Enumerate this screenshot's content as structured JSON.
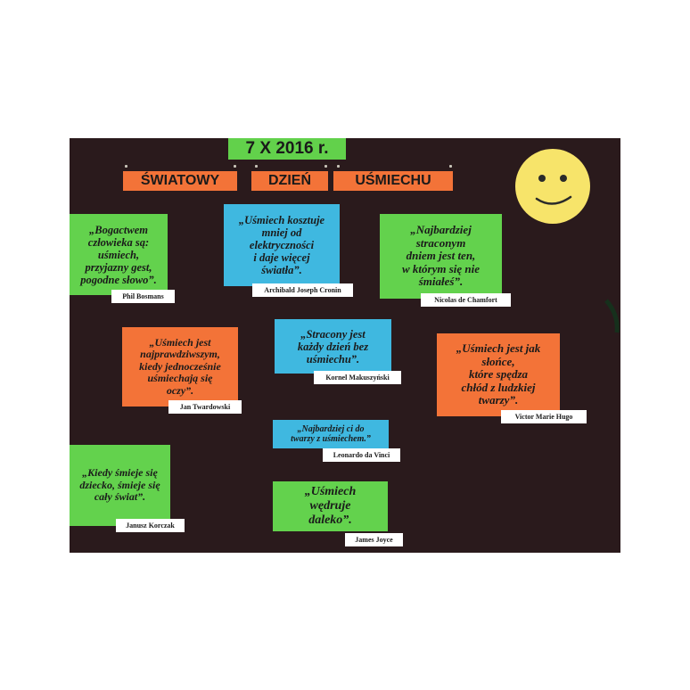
{
  "header": {
    "date": "7 X 2016 r.",
    "words": [
      "ŚWIATOWY",
      "DZIEŃ",
      "UŚMIECHU"
    ]
  },
  "colors": {
    "board": "#2a1a1c",
    "green": "#63d24d",
    "blue": "#3fb8e0",
    "orange": "#f37338",
    "smiley": "#f7e46a"
  },
  "smiley_icon": "smiley-face-icon",
  "quotes": [
    {
      "text": "„Bogactwem\nczłowieka są:\nuśmiech,\nprzyjazny gest,\npogodne słowo”.",
      "author": "Phil Bosmans"
    },
    {
      "text": "„Uśmiech kosztuje\nmniej od\nelektryczności\ni daje więcej\nświatła”.",
      "author": "Archibald Joseph Cronin"
    },
    {
      "text": "„Najbardziej\nstraconym\ndniem jest ten,\nw którym się nie\nśmiałeś”.",
      "author": "Nicolas de Chamfort"
    },
    {
      "text": "„Uśmiech jest\nnajprawdziwszym,\nkiedy jednocześnie\nuśmiechają się\noczy”.",
      "author": "Jan Twardowski"
    },
    {
      "text": "„Stracony jest\nkażdy dzień bez\nuśmiechu”.",
      "author": "Kornel Makuszyński"
    },
    {
      "text": "„Uśmiech jest jak\nsłońce,\nktóre spędza\nchłód z ludzkiej\ntwarzy”.",
      "author": "Victor Marie Hugo"
    },
    {
      "text": "„Najbardziej ci do\ntwarzy z uśmiechem.”",
      "author": "Leonardo da Vinci"
    },
    {
      "text": "„Kiedy śmieje się\ndziecko, śmieje się\ncały świat”.",
      "author": "Janusz Korczak"
    },
    {
      "text": "„Uśmiech\nwędruje\ndaleko”.",
      "author": "James Joyce"
    }
  ]
}
